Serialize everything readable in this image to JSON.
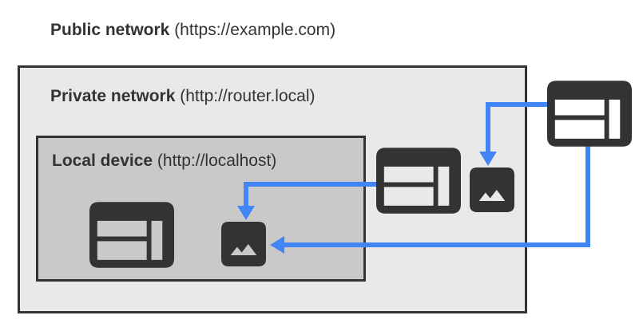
{
  "zones": {
    "public": {
      "name": "Public network",
      "url": " (https://example.com)"
    },
    "private": {
      "name": "Private network",
      "url": " (http://router.local)"
    },
    "local": {
      "name": "Local device",
      "url": " (http://localhost)"
    }
  },
  "icons": {
    "public_browser": "browser-window-icon",
    "private_browser": "browser-window-icon",
    "private_image": "image-icon",
    "local_browser": "browser-window-icon",
    "local_image": "image-icon"
  },
  "arrows": [
    {
      "from": "public-browser-window",
      "to": "private-image"
    },
    {
      "from": "private-browser-window",
      "to": "local-image"
    },
    {
      "from": "public-browser-window",
      "to": "local-image"
    }
  ],
  "colors": {
    "accent": "#4285f4",
    "dark": "#333333",
    "bg-private": "#e9e9e9",
    "bg-local": "#c9c9c9",
    "text": "#333333",
    "page-bg": "#ffffff"
  }
}
